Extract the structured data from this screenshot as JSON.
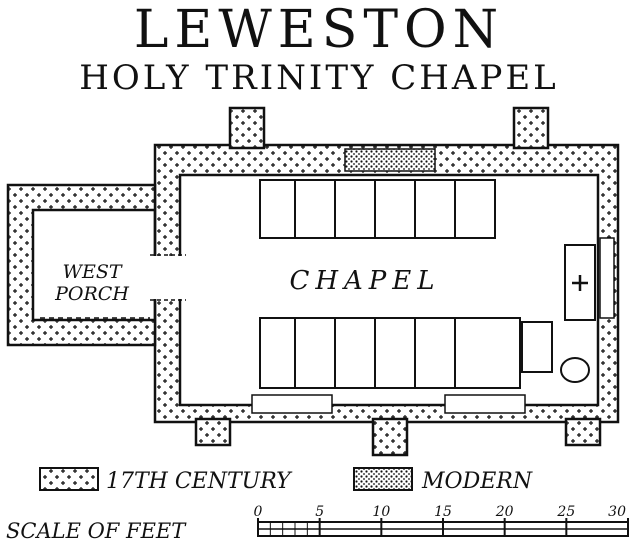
{
  "title": "LEWESTON",
  "subtitle": "HOLY TRINITY CHAPEL",
  "rooms": {
    "chapel": "CHAPEL",
    "porch_line1": "WEST",
    "porch_line2": "PORCH"
  },
  "legend": [
    {
      "label": "17TH CENTURY",
      "pattern": "crosses"
    },
    {
      "label": "MODERN",
      "pattern": "dots"
    }
  ],
  "scale": {
    "label": "SCALE OF FEET",
    "ticks": [
      "0",
      "5",
      "10",
      "15",
      "20",
      "25",
      "30"
    ]
  },
  "colors": {
    "ink": "#111111",
    "paper": "#ffffff"
  }
}
